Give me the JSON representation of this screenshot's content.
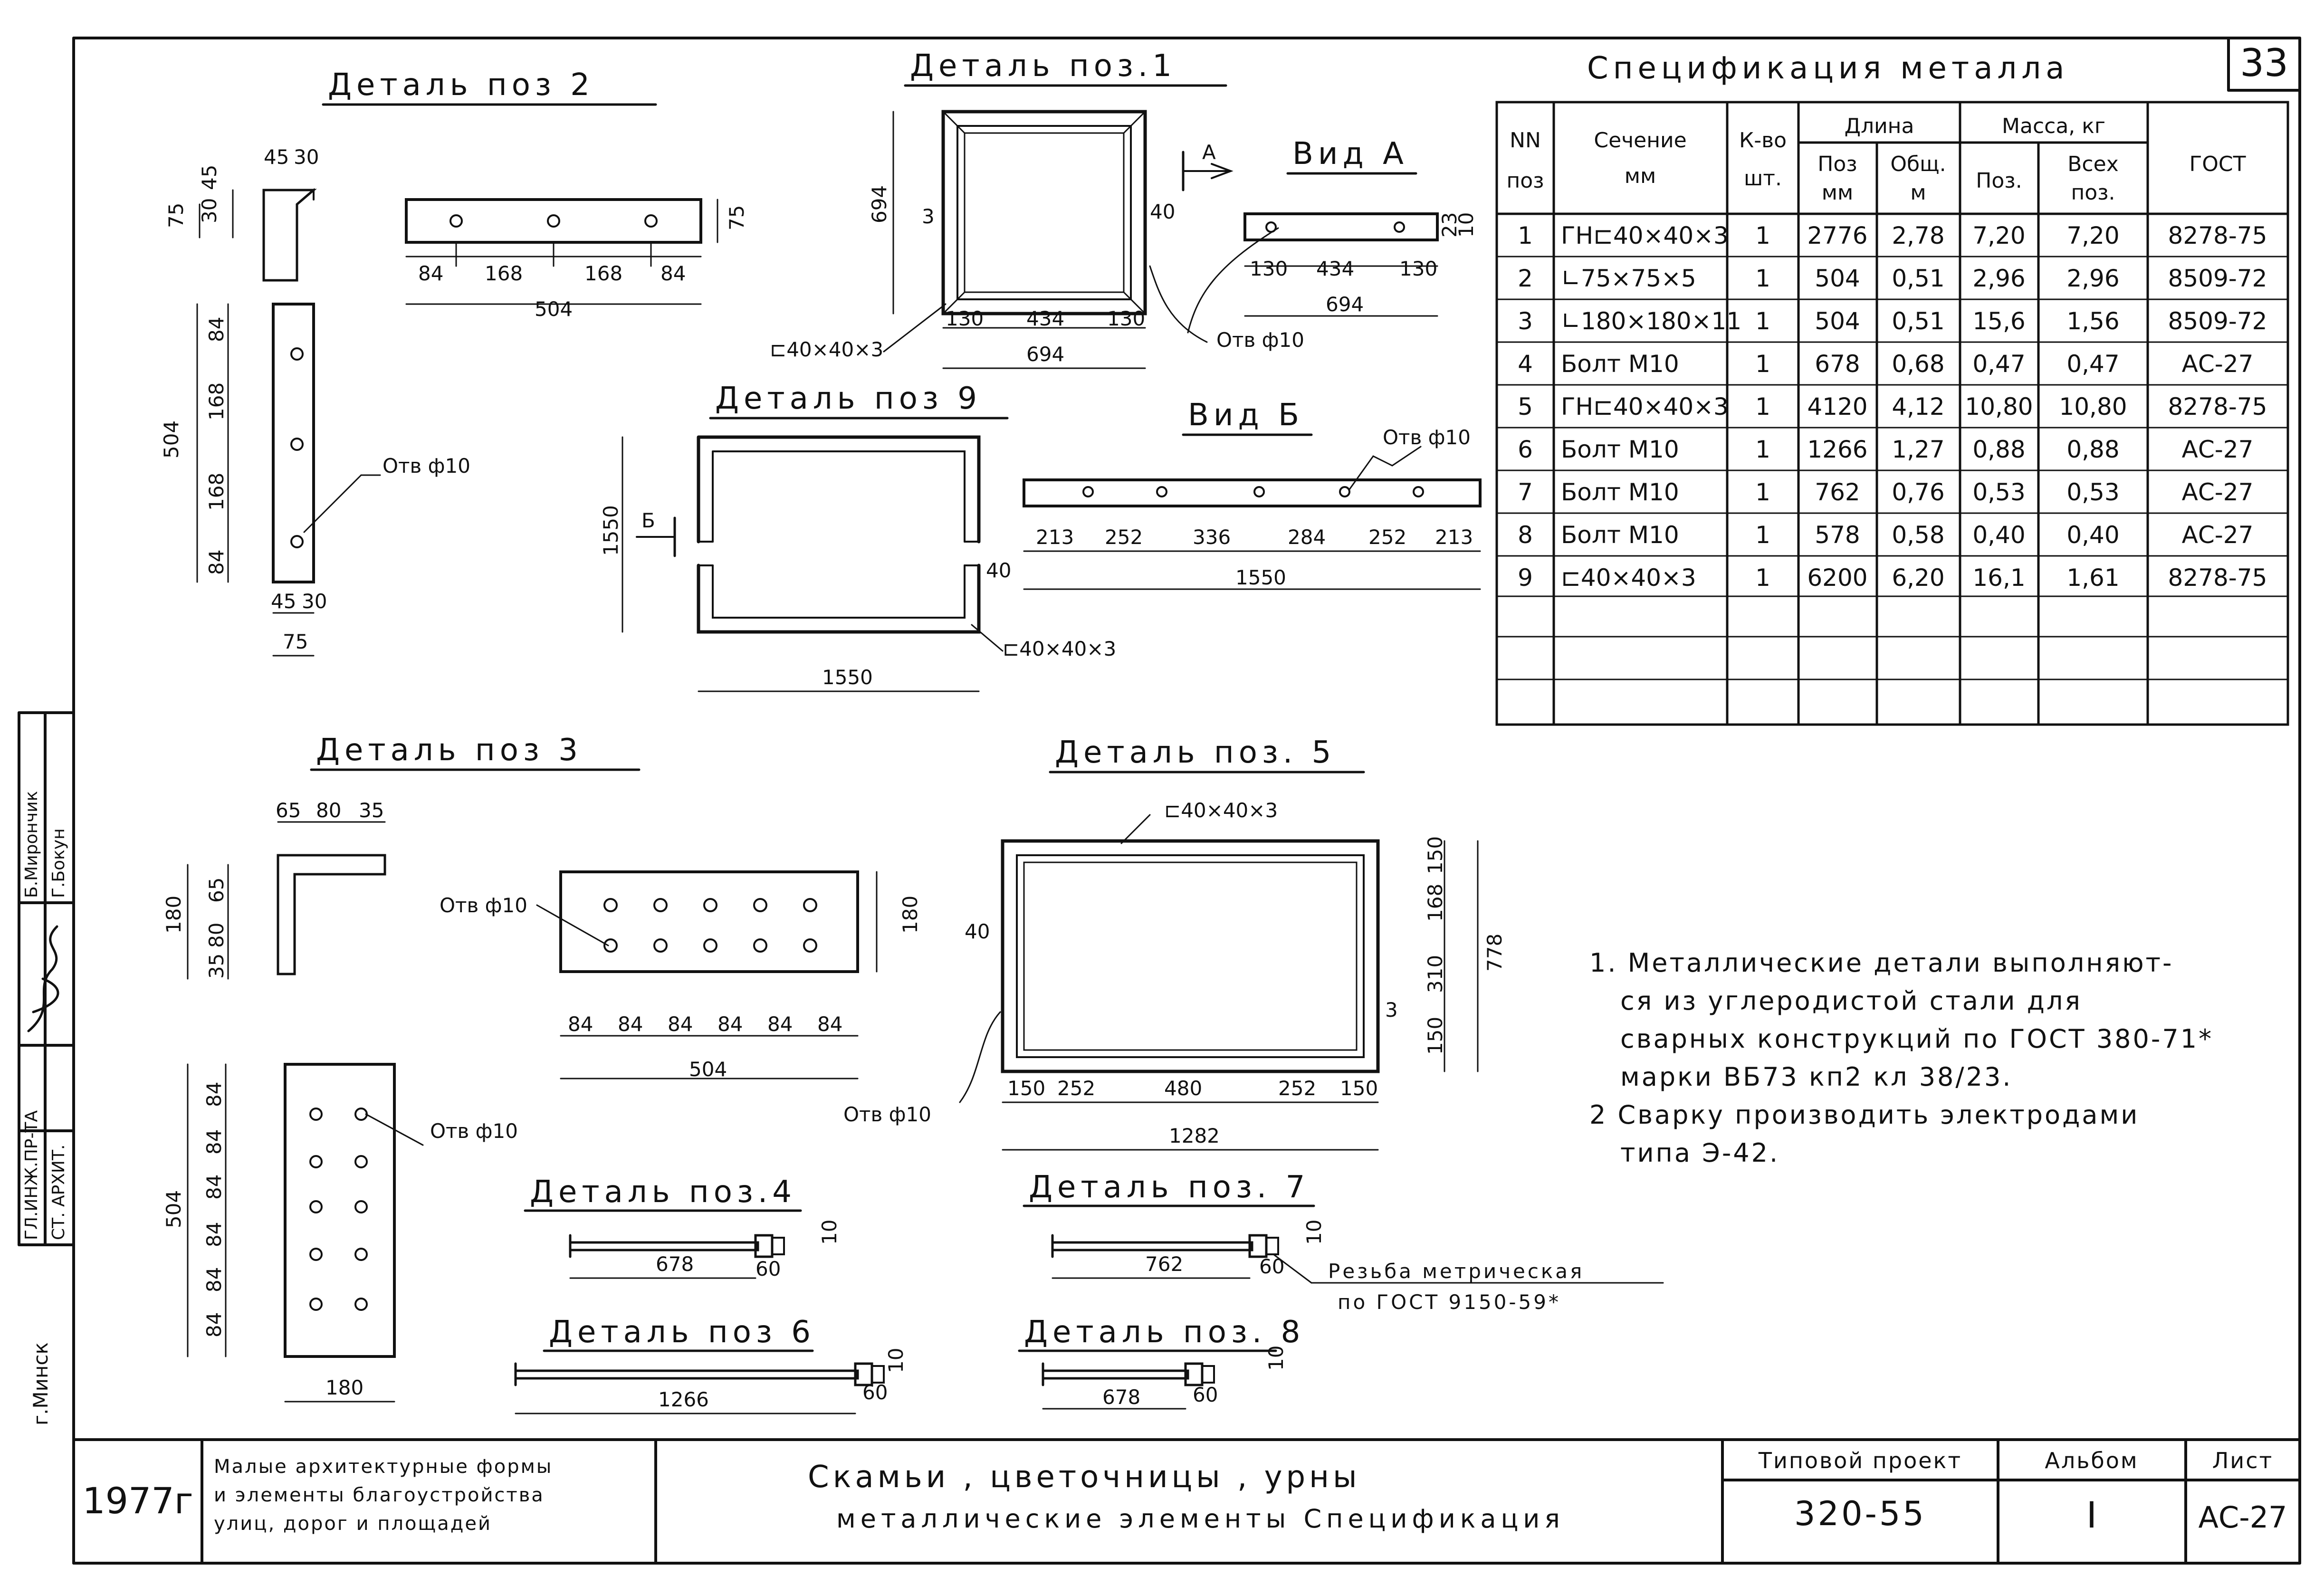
{
  "sheet_number": "33",
  "details": {
    "poz1": {
      "title": "Деталь поз.1",
      "h": "694",
      "w": "694",
      "side": "3",
      "leg": "40",
      "s1": "130",
      "s2": "434",
      "s3": "130",
      "section": "⊏40×40×3",
      "view_arrow": "А"
    },
    "vidA": {
      "title": "Вид А",
      "s1": "130",
      "s2": "434",
      "s3": "130",
      "total": "694",
      "h1": "23",
      "h2": "10",
      "hole": "Отв ф10"
    },
    "poz2": {
      "title": "Деталь поз 2",
      "a": "45",
      "b": "30",
      "c": "75",
      "d": "30",
      "e": "45",
      "seg": [
        "84",
        "168",
        "168",
        "84"
      ],
      "total": "504",
      "h": "75",
      "vseg": [
        "84",
        "168",
        "168",
        "84"
      ],
      "vtotal": "504",
      "hole": "Отв ф10",
      "bw": "75",
      "ba": "45",
      "bb": "30"
    },
    "poz9": {
      "title": "Деталь поз 9",
      "h": "1550",
      "w": "1550",
      "leg": "40",
      "section": "⊏40×40×3",
      "arrow": "Б"
    },
    "vidB": {
      "title": "Вид Б",
      "hole": "Отв ф10",
      "seg": [
        "213",
        "252",
        "336",
        "284",
        "252",
        "213"
      ],
      "total": "1550"
    },
    "poz3": {
      "title": "Деталь поз 3",
      "top": [
        "65",
        "80",
        "35"
      ],
      "h": "180",
      "left": [
        "35",
        "80",
        "65"
      ],
      "hole": "Отв ф10",
      "seg": [
        "84",
        "84",
        "84",
        "84",
        "84",
        "84"
      ],
      "total": "504",
      "bh": "180",
      "vseg": [
        "84",
        "84",
        "84",
        "84",
        "84",
        "84"
      ],
      "vtotal": "504",
      "bw": "180",
      "hole2": "Отв ф10"
    },
    "poz5": {
      "title": "Деталь поз. 5",
      "section": "⊏40×40×3",
      "leg": "40",
      "side": "3",
      "vseg": [
        "150",
        "168",
        "310",
        "150"
      ],
      "vtotal": "778",
      "seg": [
        "150",
        "252",
        "480",
        "252",
        "150"
      ],
      "total": "1282",
      "hole": "Отв ф10"
    },
    "poz4": {
      "title": "Деталь поз.4",
      "len": "678",
      "head": "60",
      "d": "10"
    },
    "poz6": {
      "title": "Деталь поз 6",
      "len": "1266",
      "head": "60",
      "d": "10"
    },
    "poz7": {
      "title": "Деталь поз. 7",
      "len": "762",
      "head": "60",
      "d": "10",
      "thread1": "Резьба метрическая",
      "thread2": "по ГОСТ 9150-59*"
    },
    "poz8": {
      "title": "Деталь поз. 8",
      "len": "678",
      "head": "60",
      "d": "10"
    }
  },
  "spec": {
    "title": "Спецификация металла",
    "headers": {
      "nn": [
        "NN",
        "поз"
      ],
      "section": [
        "Сечение",
        "мм"
      ],
      "qty": [
        "К-во",
        "шт."
      ],
      "length": "Длина",
      "len_poz": [
        "Поз",
        "мм"
      ],
      "len_total": [
        "Общ.",
        "м"
      ],
      "mass": "Масса, кг",
      "mass_poz": "Поз.",
      "mass_all": [
        "Всех",
        "поз."
      ],
      "gost": "ГОСТ"
    },
    "rows": [
      [
        "1",
        "ГН⊏40×40×3",
        "1",
        "2776",
        "2,78",
        "7,20",
        "7,20",
        "8278-75"
      ],
      [
        "2",
        "∟75×75×5",
        "1",
        "504",
        "0,51",
        "2,96",
        "2,96",
        "8509-72"
      ],
      [
        "3",
        "∟180×180×11",
        "1",
        "504",
        "0,51",
        "15,6",
        "1,56",
        "8509-72"
      ],
      [
        "4",
        "Болт М10",
        "1",
        "678",
        "0,68",
        "0,47",
        "0,47",
        "АС-27"
      ],
      [
        "5",
        "ГН⊏40×40×3",
        "1",
        "4120",
        "4,12",
        "10,80",
        "10,80",
        "8278-75"
      ],
      [
        "6",
        "Болт М10",
        "1",
        "1266",
        "1,27",
        "0,88",
        "0,88",
        "АС-27"
      ],
      [
        "7",
        "Болт М10",
        "1",
        "762",
        "0,76",
        "0,53",
        "0,53",
        "АС-27"
      ],
      [
        "8",
        "Болт М10",
        "1",
        "578",
        "0,58",
        "0,40",
        "0,40",
        "АС-27"
      ],
      [
        "9",
        "⊏40×40×3",
        "1",
        "6200",
        "6,20",
        "16,1",
        "1,61",
        "8278-75"
      ]
    ]
  },
  "notes": [
    "1. Металлические детали выполняют-",
    "ся из углеродистой стали для",
    "сварных конструкций по ГОСТ 380-71*",
    "марки ВБ73 кп2 кл 38/23.",
    "2  Сварку производить электродами",
    "типа Э-42."
  ],
  "side_stamp": {
    "city": "г.Минск",
    "role1": "ГЛ.ИНЖ.ПР-ТА",
    "role2": "СТ. АРХИТ.",
    "name1": "Б.Мирончик",
    "name2": "Г.Бокун"
  },
  "title_block": {
    "year": "1977г",
    "series": [
      "Малые архитектурные формы",
      "и элементы благоустройства",
      "улиц, дорог и площадей"
    ],
    "title1": "Скамьи , цветочницы , урны",
    "title2": "металлические элементы Спецификация",
    "project_label": "Типовой проект",
    "project": "320-55",
    "album_label": "Альбом",
    "album": "I",
    "sheet_label": "Лист",
    "sheet": "АС-27"
  }
}
